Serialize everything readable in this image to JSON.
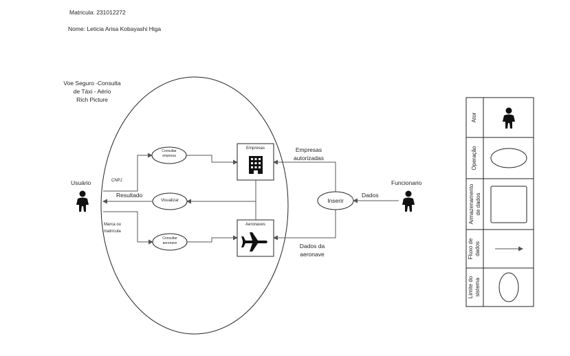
{
  "header": {
    "matricula": "Matricula: 231012272",
    "nome": "Nome: Leticia Arisa Kobayashi Higa"
  },
  "diagram": {
    "title_line1": "Voe Seguro -Consulta",
    "title_line2": "de Táxi - Aério",
    "title_line3": "Rich Picture",
    "actors": {
      "usuario": "Usuário",
      "funcionario": "Funcionario"
    },
    "operations": {
      "consultar_empresa_line1": "Consultar",
      "consultar_empresa_line2": "empresa",
      "visualizar": "Visualizar",
      "consultar_aeronave_line1": "Consultar",
      "consultar_aeronave_line2": "aeronave",
      "inserir": "Inserir"
    },
    "stores": {
      "empresas": "Empresas",
      "aeronaves": "Aeronaves"
    },
    "flows": {
      "cnpj": "CNPJ",
      "resultado": "Resultado",
      "marca_line1": "Marca ou",
      "marca_line2": "matrícula",
      "empresas_autorizadas_line1": "Empresas",
      "empresas_autorizadas_line2": "autorizadas",
      "dados": "Dados",
      "dados_aeronave_line1": "Dados da",
      "dados_aeronave_line2": "aeronave"
    }
  },
  "legend": {
    "ator": "Ator",
    "operacao": "Operação",
    "armazenamento_line1": "Armazenamento",
    "armazenamento_line2": "de dados",
    "fluxo_line1": "Fluxo de",
    "fluxo_line2": "dados",
    "limite_line1": "Limite do",
    "limite_line2": "sistema"
  }
}
